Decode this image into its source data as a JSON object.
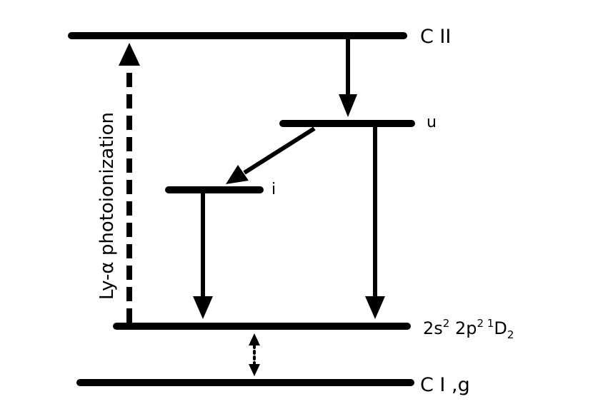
{
  "levels": {
    "c2": "C II",
    "u": "u",
    "i": "i",
    "d2": {
      "base": "2s",
      "sup1": "2",
      "mid": " 2p",
      "sup2": "2",
      "sup3": " 1",
      "end": "D",
      "sub": "2"
    },
    "ground": "C I ,g"
  },
  "photoionization_label": "Ly-α photoionization",
  "colors": {
    "ink": "#000000",
    "background": "#ffffff"
  }
}
